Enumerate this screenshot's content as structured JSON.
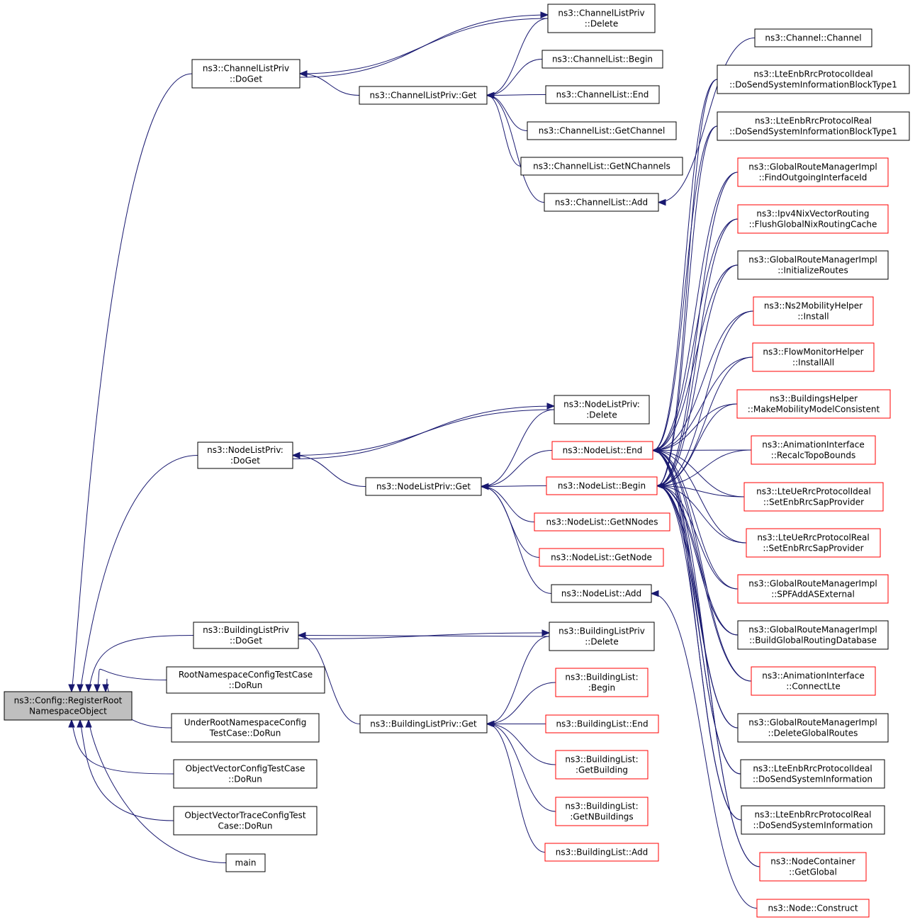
{
  "diagram": {
    "type": "call-graph",
    "colors": {
      "edge": "#191970",
      "root_fill": "#bfbfbf",
      "node_border": "#000000",
      "truncated_border": "#ff0000",
      "node_fill": "#ffffff"
    },
    "nodes": [
      {
        "id": "root",
        "lines": [
          "ns3::Config::RegisterRoot",
          "NamespaceObject"
        ],
        "style": "root"
      },
      {
        "id": "clp_doget",
        "lines": [
          "ns3::ChannelListPriv",
          "::DoGet"
        ],
        "style": "normal"
      },
      {
        "id": "nlp_doget",
        "lines": [
          "ns3::NodeListPriv:",
          ":DoGet"
        ],
        "style": "normal"
      },
      {
        "id": "blp_doget",
        "lines": [
          "ns3::BuildingListPriv",
          "::DoGet"
        ],
        "style": "normal"
      },
      {
        "id": "rootns_test",
        "lines": [
          "RootNamespaceConfigTestCase",
          "::DoRun"
        ],
        "style": "normal"
      },
      {
        "id": "underroot_test",
        "lines": [
          "UnderRootNamespaceConfig",
          "TestCase::DoRun"
        ],
        "style": "normal"
      },
      {
        "id": "ovc_test",
        "lines": [
          "ObjectVectorConfigTestCase",
          "::DoRun"
        ],
        "style": "normal"
      },
      {
        "id": "ovt_test",
        "lines": [
          "ObjectVectorTraceConfigTest",
          "Case::DoRun"
        ],
        "style": "normal"
      },
      {
        "id": "main",
        "lines": [
          "main"
        ],
        "style": "normal"
      },
      {
        "id": "clp_get",
        "lines": [
          "ns3::ChannelListPriv::Get"
        ],
        "style": "normal"
      },
      {
        "id": "clp_delete",
        "lines": [
          "ns3::ChannelListPriv",
          "::Delete"
        ],
        "style": "normal"
      },
      {
        "id": "cl_begin",
        "lines": [
          "ns3::ChannelList::Begin"
        ],
        "style": "normal"
      },
      {
        "id": "cl_end",
        "lines": [
          "ns3::ChannelList::End"
        ],
        "style": "normal"
      },
      {
        "id": "cl_getchannel",
        "lines": [
          "ns3::ChannelList::GetChannel"
        ],
        "style": "normal"
      },
      {
        "id": "cl_getn",
        "lines": [
          "ns3::ChannelList::GetNChannels"
        ],
        "style": "normal"
      },
      {
        "id": "cl_add",
        "lines": [
          "ns3::ChannelList::Add"
        ],
        "style": "normal"
      },
      {
        "id": "nlp_get",
        "lines": [
          "ns3::NodeListPriv::Get"
        ],
        "style": "normal"
      },
      {
        "id": "nlp_delete",
        "lines": [
          "ns3::NodeListPriv:",
          ":Delete"
        ],
        "style": "normal"
      },
      {
        "id": "nl_end",
        "lines": [
          "ns3::NodeList::End"
        ],
        "style": "truncated"
      },
      {
        "id": "nl_begin",
        "lines": [
          "ns3::NodeList::Begin"
        ],
        "style": "truncated"
      },
      {
        "id": "nl_getn",
        "lines": [
          "ns3::NodeList::GetNNodes"
        ],
        "style": "truncated"
      },
      {
        "id": "nl_getnode",
        "lines": [
          "ns3::NodeList::GetNode"
        ],
        "style": "truncated"
      },
      {
        "id": "nl_add",
        "lines": [
          "ns3::NodeList::Add"
        ],
        "style": "normal"
      },
      {
        "id": "blp_get",
        "lines": [
          "ns3::BuildingListPriv::Get"
        ],
        "style": "normal"
      },
      {
        "id": "blp_delete",
        "lines": [
          "ns3::BuildingListPriv",
          "::Delete"
        ],
        "style": "normal"
      },
      {
        "id": "bl_begin",
        "lines": [
          "ns3::BuildingList:",
          ":Begin"
        ],
        "style": "truncated"
      },
      {
        "id": "bl_end",
        "lines": [
          "ns3::BuildingList::End"
        ],
        "style": "truncated"
      },
      {
        "id": "bl_getbuilding",
        "lines": [
          "ns3::BuildingList:",
          ":GetBuilding"
        ],
        "style": "truncated"
      },
      {
        "id": "bl_getn",
        "lines": [
          "ns3::BuildingList:",
          ":GetNBuildings"
        ],
        "style": "truncated"
      },
      {
        "id": "bl_add",
        "lines": [
          "ns3::BuildingList::Add"
        ],
        "style": "truncated"
      },
      {
        "id": "channel_ctor",
        "lines": [
          "ns3::Channel::Channel"
        ],
        "style": "normal"
      },
      {
        "id": "lte_ideal_sib1",
        "lines": [
          "ns3::LteEnbRrcProtocolIdeal",
          "::DoSendSystemInformationBlockType1"
        ],
        "style": "normal"
      },
      {
        "id": "lte_real_sib1",
        "lines": [
          "ns3::LteEnbRrcProtocolReal",
          "::DoSendSystemInformationBlockType1"
        ],
        "style": "normal"
      },
      {
        "id": "grm_findout",
        "lines": [
          "ns3::GlobalRouteManagerImpl",
          "::FindOutgoingInterfaceId"
        ],
        "style": "truncated"
      },
      {
        "id": "nix_flush",
        "lines": [
          "ns3::Ipv4NixVectorRouting",
          "::FlushGlobalNixRoutingCache"
        ],
        "style": "truncated"
      },
      {
        "id": "grm_init",
        "lines": [
          "ns3::GlobalRouteManagerImpl",
          "::InitializeRoutes"
        ],
        "style": "normal"
      },
      {
        "id": "ns2_install",
        "lines": [
          "ns3::Ns2MobilityHelper",
          "::Install"
        ],
        "style": "truncated"
      },
      {
        "id": "flow_installall",
        "lines": [
          "ns3::FlowMonitorHelper",
          "::InstallAll"
        ],
        "style": "truncated"
      },
      {
        "id": "bh_make",
        "lines": [
          "ns3::BuildingsHelper",
          "::MakeMobilityModelConsistent"
        ],
        "style": "truncated"
      },
      {
        "id": "anim_recalc",
        "lines": [
          "ns3::AnimationInterface",
          "::RecalcTopoBounds"
        ],
        "style": "truncated"
      },
      {
        "id": "ue_ideal_set",
        "lines": [
          "ns3::LteUeRrcProtocolIdeal",
          "::SetEnbRrcSapProvider"
        ],
        "style": "truncated"
      },
      {
        "id": "ue_real_set",
        "lines": [
          "ns3::LteUeRrcProtocolReal",
          "::SetEnbRrcSapProvider"
        ],
        "style": "truncated"
      },
      {
        "id": "grm_spf",
        "lines": [
          "ns3::GlobalRouteManagerImpl",
          "::SPFAddASExternal"
        ],
        "style": "truncated"
      },
      {
        "id": "grm_build",
        "lines": [
          "ns3::GlobalRouteManagerImpl",
          "::BuildGlobalRoutingDatabase"
        ],
        "style": "normal"
      },
      {
        "id": "anim_connectlte",
        "lines": [
          "ns3::AnimationInterface",
          "::ConnectLte"
        ],
        "style": "truncated"
      },
      {
        "id": "grm_delete",
        "lines": [
          "ns3::GlobalRouteManagerImpl",
          "::DeleteGlobalRoutes"
        ],
        "style": "normal"
      },
      {
        "id": "lte_ideal_sysinfo",
        "lines": [
          "ns3::LteEnbRrcProtocolIdeal",
          "::DoSendSystemInformation"
        ],
        "style": "normal"
      },
      {
        "id": "lte_real_sysinfo",
        "lines": [
          "ns3::LteEnbRrcProtocolReal",
          "::DoSendSystemInformation"
        ],
        "style": "normal"
      },
      {
        "id": "nc_getglobal",
        "lines": [
          "ns3::NodeContainer",
          "::GetGlobal"
        ],
        "style": "truncated"
      },
      {
        "id": "node_construct",
        "lines": [
          "ns3::Node::Construct"
        ],
        "style": "truncated"
      }
    ],
    "edges": [
      [
        "clp_doget",
        "root"
      ],
      [
        "nlp_doget",
        "root"
      ],
      [
        "blp_doget",
        "root"
      ],
      [
        "rootns_test",
        "root"
      ],
      [
        "underroot_test",
        "root"
      ],
      [
        "ovc_test",
        "root"
      ],
      [
        "ovt_test",
        "root"
      ],
      [
        "main",
        "root"
      ],
      [
        "clp_delete",
        "clp_doget"
      ],
      [
        "clp_get",
        "clp_doget"
      ],
      [
        "clp_doget",
        "clp_delete"
      ],
      [
        "clp_delete",
        "clp_get"
      ],
      [
        "cl_begin",
        "clp_get"
      ],
      [
        "cl_end",
        "clp_get"
      ],
      [
        "cl_getchannel",
        "clp_get"
      ],
      [
        "cl_getn",
        "clp_get"
      ],
      [
        "cl_add",
        "clp_get"
      ],
      [
        "channel_ctor",
        "cl_add"
      ],
      [
        "nlp_delete",
        "nlp_doget"
      ],
      [
        "nlp_get",
        "nlp_doget"
      ],
      [
        "nlp_doget",
        "nlp_delete"
      ],
      [
        "nlp_delete",
        "nlp_get"
      ],
      [
        "nl_end",
        "nlp_get"
      ],
      [
        "nl_begin",
        "nlp_get"
      ],
      [
        "nl_getn",
        "nlp_get"
      ],
      [
        "nl_getnode",
        "nlp_get"
      ],
      [
        "nl_add",
        "nlp_get"
      ],
      [
        "node_construct",
        "nl_add"
      ],
      [
        "blp_delete",
        "blp_doget"
      ],
      [
        "blp_get",
        "blp_doget"
      ],
      [
        "blp_doget",
        "blp_delete"
      ],
      [
        "blp_delete",
        "blp_get"
      ],
      [
        "bl_begin",
        "blp_get"
      ],
      [
        "bl_end",
        "blp_get"
      ],
      [
        "bl_getbuilding",
        "blp_get"
      ],
      [
        "bl_getn",
        "blp_get"
      ],
      [
        "bl_add",
        "blp_get"
      ],
      [
        "lte_ideal_sib1",
        "nl_end"
      ],
      [
        "lte_real_sib1",
        "nl_end"
      ],
      [
        "grm_findout",
        "nl_end"
      ],
      [
        "nix_flush",
        "nl_end"
      ],
      [
        "grm_init",
        "nl_end"
      ],
      [
        "ns2_install",
        "nl_end"
      ],
      [
        "flow_installall",
        "nl_end"
      ],
      [
        "bh_make",
        "nl_end"
      ],
      [
        "anim_recalc",
        "nl_end"
      ],
      [
        "ue_ideal_set",
        "nl_end"
      ],
      [
        "ue_real_set",
        "nl_end"
      ],
      [
        "grm_spf",
        "nl_end"
      ],
      [
        "grm_build",
        "nl_end"
      ],
      [
        "anim_connectlte",
        "nl_end"
      ],
      [
        "grm_delete",
        "nl_end"
      ],
      [
        "lte_ideal_sysinfo",
        "nl_end"
      ],
      [
        "lte_real_sysinfo",
        "nl_end"
      ],
      [
        "nc_getglobal",
        "nl_end"
      ],
      [
        "lte_ideal_sib1",
        "nl_begin"
      ],
      [
        "lte_real_sib1",
        "nl_begin"
      ],
      [
        "grm_findout",
        "nl_begin"
      ],
      [
        "nix_flush",
        "nl_begin"
      ],
      [
        "grm_init",
        "nl_begin"
      ],
      [
        "ns2_install",
        "nl_begin"
      ],
      [
        "flow_installall",
        "nl_begin"
      ],
      [
        "bh_make",
        "nl_begin"
      ],
      [
        "anim_recalc",
        "nl_begin"
      ],
      [
        "ue_ideal_set",
        "nl_begin"
      ],
      [
        "ue_real_set",
        "nl_begin"
      ],
      [
        "grm_spf",
        "nl_begin"
      ],
      [
        "grm_build",
        "nl_begin"
      ],
      [
        "anim_connectlte",
        "nl_begin"
      ],
      [
        "grm_delete",
        "nl_begin"
      ],
      [
        "lte_ideal_sysinfo",
        "nl_begin"
      ],
      [
        "lte_real_sysinfo",
        "nl_begin"
      ],
      [
        "nc_getglobal",
        "nl_begin"
      ]
    ]
  }
}
